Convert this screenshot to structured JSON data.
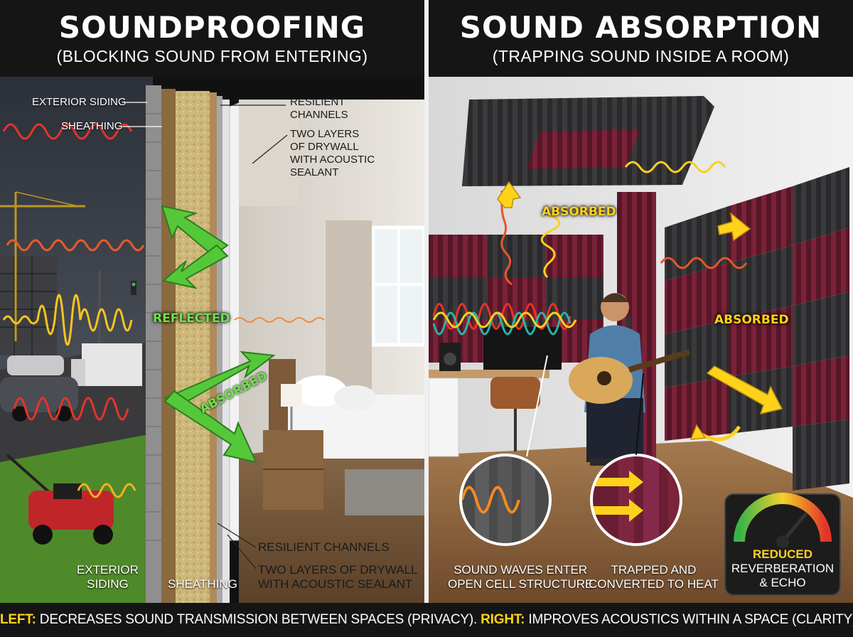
{
  "panels": {
    "left": {
      "title": "SOUNDPROOFING",
      "subtitle": "(BLOCKING SOUND FROM ENTERING)",
      "labels": {
        "exterior_siding_top": "EXTERIOR SIDING",
        "sheathing_top": "SHEATHING",
        "resilient_channels_top": [
          "RESILIENT",
          "CHANNELS"
        ],
        "drywall_top": [
          "TWO LAYERS",
          "OF DRYWALL",
          "WITH ACOUSTIC",
          "SEALANT"
        ],
        "reflected": "REFLECTED",
        "absorbed": "ABSORBED",
        "resilient_channels_bottom": "RESILIENT CHANNELS",
        "drywall_bottom": [
          "TWO LAYERS OF DRYWALL",
          "WITH ACOUSTIC SEALANT"
        ],
        "exterior_siding_bottom": [
          "EXTERIOR",
          "SIDING"
        ],
        "sheathing_bottom": "SHEATHING"
      }
    },
    "right": {
      "title": "SOUND ABSORPTION",
      "subtitle": "(TRAPPING SOUND INSIDE A ROOM)",
      "labels": {
        "absorbed_top": "ABSORBED",
        "absorbed_wall": "ABSORBED",
        "inset_left": [
          "SOUND WAVES ENTER",
          "OPEN CELL STRUCTURE"
        ],
        "inset_right": [
          "TRAPPED AND",
          "CONVERTED TO HEAT"
        ],
        "gauge": [
          "REDUCED",
          "REVERBERATION",
          "& ECHO"
        ]
      }
    }
  },
  "footer": {
    "left_key": "LEFT:",
    "left_text": " DECREASES SOUND TRANSMISSION BETWEEN SPACES (PRIVACY). ",
    "right_key": "RIGHT:",
    "right_text": " IMPROVES ACOUSTICS WITHIN A SPACE (CLARITY)."
  },
  "colors": {
    "header_bg": "#151515",
    "reflected_green": "#55c83a",
    "absorbed_yellow": "#ffd21a",
    "foam_charcoal": "#3a3a3c",
    "foam_burgundy": "#6b1e33",
    "wave_red": "#e8332a",
    "wave_orange": "#f58a1f",
    "wave_yellow": "#f5d21f"
  },
  "gauge": {
    "level": 0.72
  }
}
